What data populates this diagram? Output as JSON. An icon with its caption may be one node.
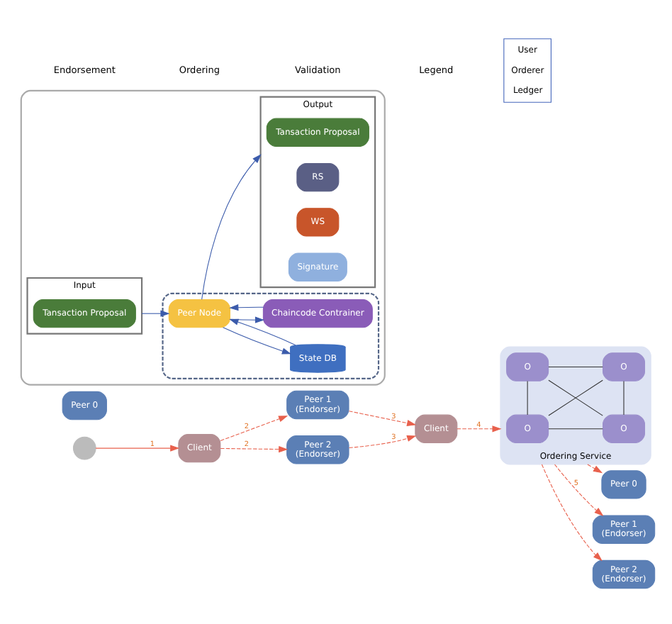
{
  "diagram": {
    "nodes": [
      {
        "text": [],
        "shape": "person"
      },
      {
        "text": [
          "Client"
        ]
      },
      {
        "text": [
          "Peer 0"
        ]
      },
      {
        "text": [
          "Peer 1",
          "(Endorser)"
        ]
      },
      {
        "text": [
          "Peer 2",
          "(Endorser)"
        ]
      },
      {
        "text": [
          "Client"
        ]
      },
      {
        "text": [
          "Ordering Service"
        ]
      },
      {
        "text": [
          "O"
        ],
        "in": 6
      },
      {
        "text": [
          "O"
        ],
        "in": 6
      },
      {
        "text": [
          "O"
        ],
        "in": 6
      },
      {
        "text": [
          "O"
        ],
        "in": 6
      },
      {
        "text": [
          "Peer 0"
        ]
      },
      {
        "text": [
          "Peer 1",
          "(Endorser)"
        ]
      },
      {
        "text": [
          "Peer 2",
          "(Endorser)"
        ]
      },
      {
        "text": [],
        "shape": "box"
      },
      {
        "text": [
          "Input"
        ],
        "in": 14
      },
      {
        "text": [
          "Tansaction Proposal"
        ],
        "in": 15
      },
      {
        "text": [
          "Output"
        ],
        "in": 14
      },
      {
        "text": [
          "Tansaction Proposal"
        ],
        "in": 17
      },
      {
        "text": [
          "RS"
        ],
        "in": 17
      },
      {
        "text": [
          "WS"
        ],
        "in": 17
      },
      {
        "text": [
          "Signature"
        ],
        "in": 17
      },
      {
        "text": [],
        "shape": "box",
        "in": 14
      },
      {
        "text": [
          "Peer Node"
        ],
        "in": 22
      },
      {
        "text": [
          "State DB"
        ],
        "in": 22
      },
      {
        "text": [
          "Chaincode Contrainer"
        ],
        "in": 22
      }
    ],
    "edges": [
      {
        "from": 0,
        "to": 1,
        "arrow": "to",
        "label": "1"
      },
      {
        "from": 1,
        "to": 3,
        "arrow": "to",
        "label": "2",
        "style": "dashed"
      },
      {
        "from": 1,
        "to": 4,
        "arrow": "to",
        "label": "2",
        "style": "dashed"
      },
      {
        "from": 3,
        "to": 5,
        "arrow": "to",
        "label": "3",
        "style": "dashed"
      },
      {
        "from": 4,
        "to": 5,
        "arrow": "to",
        "label": "3",
        "style": "dashed"
      },
      {
        "from": 5,
        "to": 6,
        "arrow": "to",
        "label": "4",
        "style": "dashed"
      },
      {
        "from": 6,
        "to": 11,
        "arrow": "to",
        "style": "dashed"
      },
      {
        "from": 6,
        "to": 12,
        "arrow": "to",
        "label": "5",
        "style": "dashed"
      },
      {
        "from": 6,
        "to": 13,
        "arrow": "to",
        "style": "dashed"
      },
      {
        "from": 7,
        "to": 8,
        "arrow": "none",
        "color": "#333333"
      },
      {
        "from": 7,
        "to": 9,
        "arrow": "none",
        "color": "#333333"
      },
      {
        "from": 7,
        "to": 10,
        "arrow": "none",
        "color": "#333333"
      },
      {
        "from": 8,
        "to": 9,
        "arrow": "none",
        "color": "#333333"
      },
      {
        "from": 8,
        "to": 10,
        "arrow": "none",
        "color": "#333333"
      },
      {
        "from": 9,
        "to": 10,
        "arrow": "none",
        "color": "#333333"
      },
      {
        "from": 15,
        "to": 23,
        "arrow": "to",
        "color": "#3b5bab"
      },
      {
        "from": 23,
        "to": 17,
        "arrow": "to",
        "color": "#3b5bab"
      },
      {
        "from": 23,
        "to": 24,
        "arrow": "to",
        "color": "#3b5bab"
      },
      {
        "from": 24,
        "to": 23,
        "arrow": "to",
        "color": "#3b5bab"
      },
      {
        "from": 23,
        "to": 25,
        "arrow": "to",
        "color": "#3b5bab"
      },
      {
        "from": 25,
        "to": 23,
        "arrow": "to",
        "color": "#3b5bab"
      }
    ],
    "labels": [
      "Endorsement",
      "Ordering",
      "Validation",
      "Legend"
    ],
    "legend": [
      {
        "text": "User"
      },
      {
        "text": "Orderer"
      },
      {
        "text": "Ledger"
      }
    ]
  }
}
